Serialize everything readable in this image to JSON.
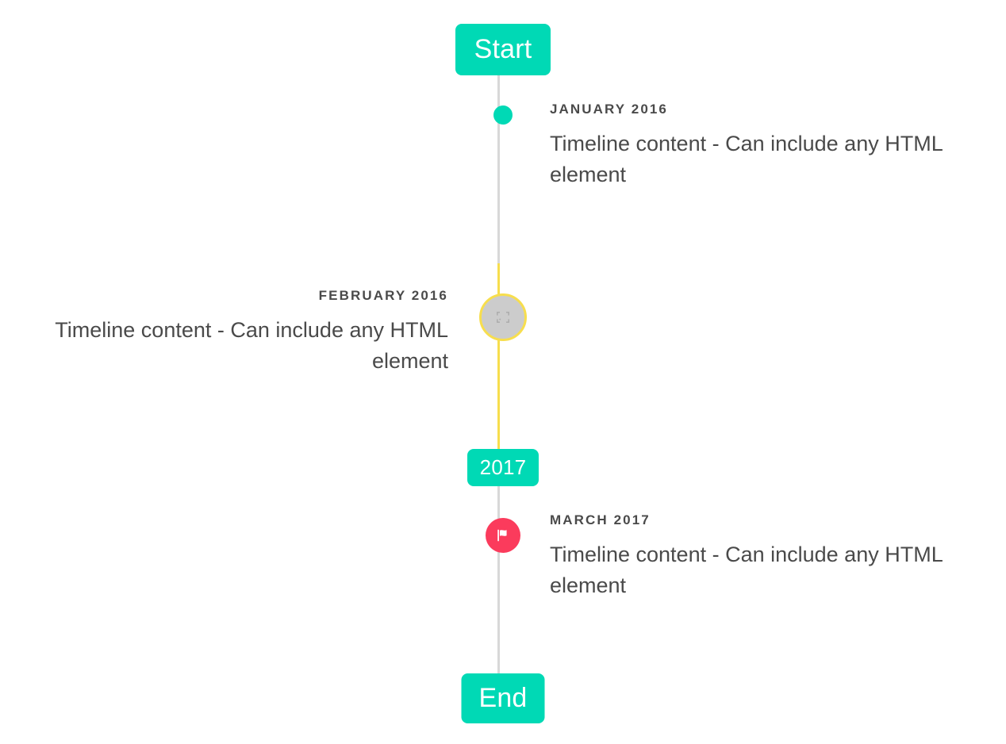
{
  "theme": {
    "accent_teal": "#00d9b5",
    "accent_yellow": "#f7de4e",
    "accent_pink": "#fb3b5c",
    "line_gray": "#d8d8d8",
    "marker_gray": "#cccccc",
    "text_gray": "#4a4a4a",
    "background": "#ffffff"
  },
  "caps": {
    "start_label": "Start",
    "middle_label": "2017",
    "end_label": "End"
  },
  "events": [
    {
      "date": "January 2016",
      "body": "Timeline content - Can include any HTML element",
      "side": "right",
      "marker": "dot"
    },
    {
      "date": "February 2016",
      "body": "Timeline content - Can include any HTML element",
      "side": "left",
      "marker": "broken-image"
    },
    {
      "date": "March 2017",
      "body": "Timeline content - Can include any HTML element",
      "side": "right",
      "marker": "flag"
    }
  ],
  "icons": {
    "broken_image": "broken-image-icon",
    "flag": "flag-icon"
  }
}
